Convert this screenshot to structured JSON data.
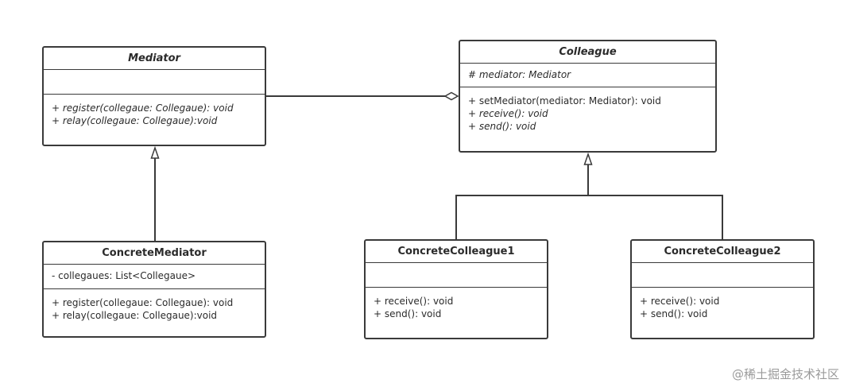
{
  "classes": {
    "mediator": {
      "name": "Mediator",
      "attributes": [],
      "operations": [
        "+ register(collegaue: Collegaue): void",
        "+ relay(collegaue: Collegaue):void"
      ]
    },
    "colleague": {
      "name": "Colleague",
      "attributes": [
        "# mediator: Mediator"
      ],
      "operations": [
        "+ setMediator(mediator: Mediator): void",
        "+ receive(): void",
        "+ send(): void"
      ]
    },
    "concrete_mediator": {
      "name": "ConcreteMediator",
      "attributes": [
        "- collegaues: List<Collegaue>"
      ],
      "operations": [
        "+ register(collegaue: Collegaue): void",
        "+ relay(collegaue: Collegaue):void"
      ]
    },
    "concrete_colleague1": {
      "name": "ConcreteColleague1",
      "attributes": [],
      "operations": [
        "+ receive(): void",
        "+ send(): void"
      ]
    },
    "concrete_colleague2": {
      "name": "ConcreteColleague2",
      "attributes": [],
      "operations": [
        "+ receive(): void",
        "+ send(): void"
      ]
    }
  },
  "relations": [
    {
      "type": "aggregation",
      "from": "Mediator",
      "to": "Colleague"
    },
    {
      "type": "generalization",
      "from": "ConcreteMediator",
      "to": "Mediator"
    },
    {
      "type": "generalization",
      "from": "ConcreteColleague1",
      "to": "Colleague"
    },
    {
      "type": "generalization",
      "from": "ConcreteColleague2",
      "to": "Colleague"
    }
  ],
  "watermark": "@稀土掘金技术社区",
  "colors": {
    "line": "#3a3a3a",
    "text": "#2b2b2b",
    "watermark": "#9a9a9a"
  }
}
